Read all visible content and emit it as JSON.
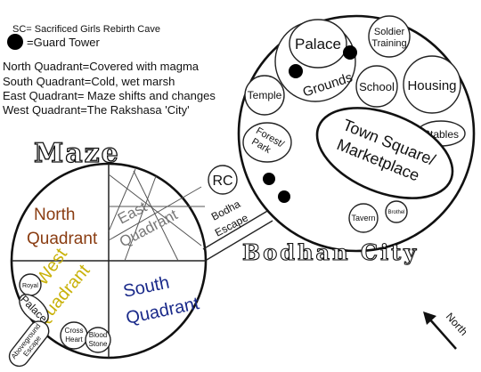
{
  "legend": {
    "sc_note": "SC= Sacrificed Girls Rebirth Cave",
    "guard_tower": "=Guard Tower",
    "north": "North Quadrant=Covered with magma",
    "south": "South Quadrant=Cold, wet marsh",
    "east": "East Quadrant= Maze shifts and changes",
    "west": "West Quadrant=The Rakshasa 'City'"
  },
  "maze": {
    "title": "Maze",
    "north_1": "North",
    "north_2": "Quadrant",
    "east_1": "East",
    "east_2": "Quadrant",
    "west_1": "West",
    "west_2": "Quadrant",
    "south_1": "South",
    "south_2": "Quadrant",
    "royal": "Royal",
    "palace": "Palace",
    "cross_heart_1": "Cross",
    "cross_heart_2": "Heart",
    "blood_stone_1": "Blood",
    "blood_stone_2": "Stone",
    "aboveground_1": "Aboveground",
    "aboveground_2": "Escape",
    "colors": {
      "north": "#8a3d12",
      "west": "#c9b20a",
      "south": "#1a2a8a"
    }
  },
  "connector": {
    "rc": "RC",
    "bodha_1": "Bodha",
    "bodha_2": "Escape"
  },
  "city": {
    "title": "Bodhan City",
    "palace": "Palace",
    "grounds": "Grounds",
    "soldier_1": "Soldier",
    "soldier_2": "Training",
    "school": "School",
    "housing": "Housing",
    "temple": "Temple",
    "forest_1": "Forest/",
    "forest_2": "Park",
    "stables": "Stables",
    "town_1": "Town Square/",
    "town_2": "Marketplace",
    "tavern": "Tavern",
    "brothel": "Brothel"
  },
  "compass": {
    "label": "North"
  }
}
